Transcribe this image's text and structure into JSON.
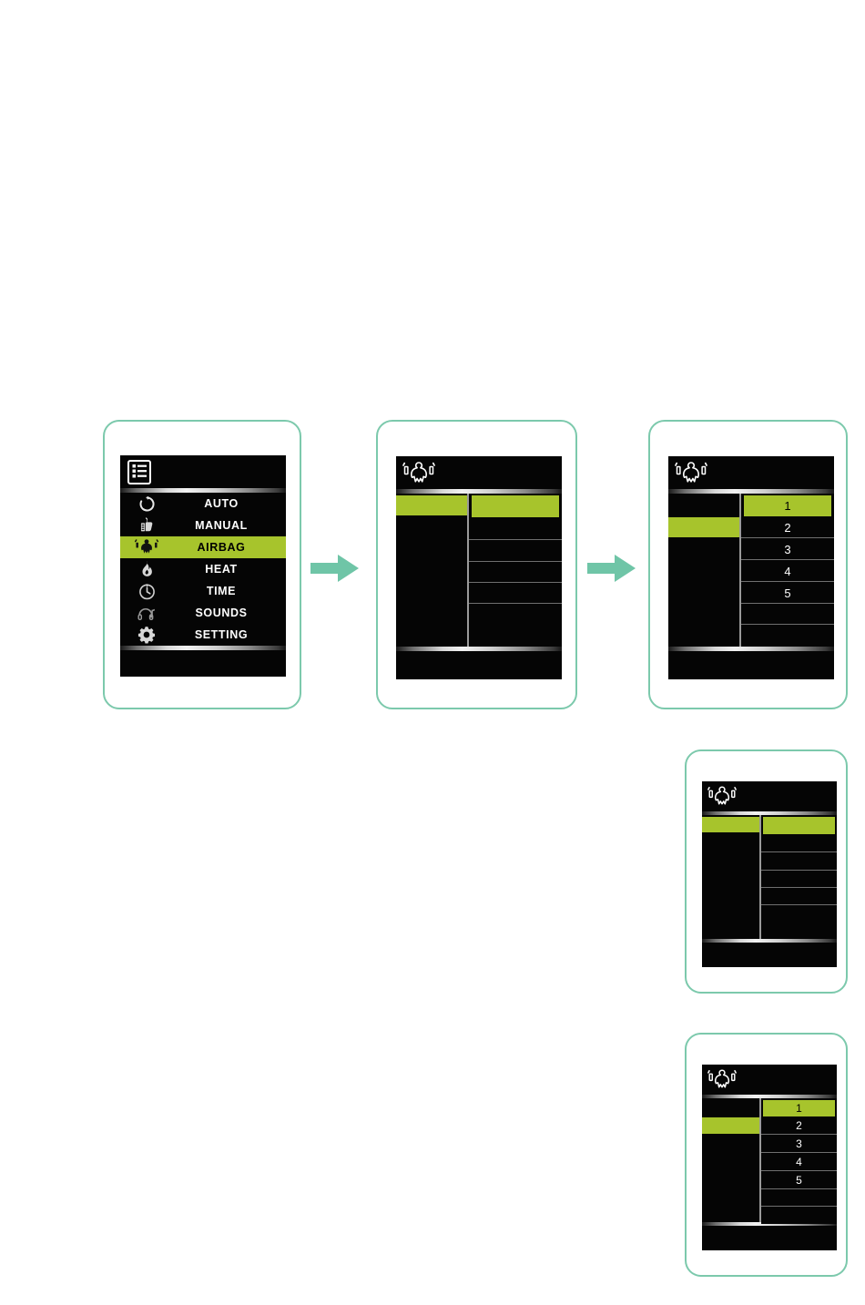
{
  "theme": {
    "frame_border": "#7CC9AC",
    "arrow_color": "#6FC5A7",
    "screen_bg": "#050505",
    "highlight_green": "#A7C42C",
    "text_white": "#FFFFFF",
    "divider_chrome": "#D8D8D8"
  },
  "panels": [
    {
      "id": "main-menu",
      "header_icon": "list-menu-icon",
      "menu_items": [
        {
          "label": "AUTO",
          "icon": "auto-rotate-icon",
          "selected": false
        },
        {
          "label": "MANUAL",
          "icon": "thumb-up-icon",
          "selected": false
        },
        {
          "label": "AIRBAG",
          "icon": "airbag-body-icon",
          "selected": true
        },
        {
          "label": "HEAT",
          "icon": "flame-icon",
          "selected": false
        },
        {
          "label": "TIME",
          "icon": "clock-icon",
          "selected": false
        },
        {
          "label": "SOUNDS",
          "icon": "headphone-note-icon",
          "selected": false
        },
        {
          "label": "SETTING",
          "icon": "gear-icon",
          "selected": false
        }
      ]
    },
    {
      "id": "airbag-screen-a",
      "header_icon": "airbag-body-icon",
      "left_column": {
        "chip_index": 0,
        "rows": 1
      },
      "right_column": {
        "options": [
          {
            "label": "",
            "selected": true
          },
          {
            "label": "",
            "selected": false
          },
          {
            "label": "",
            "selected": false
          },
          {
            "label": "",
            "selected": false
          },
          {
            "label": "",
            "selected": false
          },
          {
            "label": "",
            "selected": false
          }
        ]
      }
    },
    {
      "id": "airbag-level-a",
      "header_icon": "airbag-body-icon",
      "left_column": {
        "chip_index": 1
      },
      "right_column": {
        "options": [
          {
            "label": "1",
            "selected": true
          },
          {
            "label": "2",
            "selected": false
          },
          {
            "label": "3",
            "selected": false
          },
          {
            "label": "4",
            "selected": false
          },
          {
            "label": "5",
            "selected": false
          },
          {
            "label": "",
            "selected": false
          },
          {
            "label": "",
            "selected": false
          }
        ]
      }
    },
    {
      "id": "airbag-screen-b",
      "header_icon": "airbag-body-icon",
      "left_column": {
        "chip_index": 0
      },
      "right_column": {
        "options": [
          {
            "label": "",
            "selected": true
          },
          {
            "label": "",
            "selected": false
          },
          {
            "label": "",
            "selected": false
          },
          {
            "label": "",
            "selected": false
          },
          {
            "label": "",
            "selected": false
          },
          {
            "label": "",
            "selected": false
          }
        ]
      }
    },
    {
      "id": "airbag-level-b",
      "header_icon": "airbag-body-icon",
      "left_column": {
        "chip_index": 1
      },
      "right_column": {
        "options": [
          {
            "label": "1",
            "selected": true
          },
          {
            "label": "2",
            "selected": false
          },
          {
            "label": "3",
            "selected": false
          },
          {
            "label": "4",
            "selected": false
          },
          {
            "label": "5",
            "selected": false
          },
          {
            "label": "",
            "selected": false
          },
          {
            "label": "",
            "selected": false
          }
        ]
      }
    }
  ],
  "arrows": [
    {
      "id": "arrow-1",
      "direction": "right"
    },
    {
      "id": "arrow-2",
      "direction": "right"
    }
  ]
}
